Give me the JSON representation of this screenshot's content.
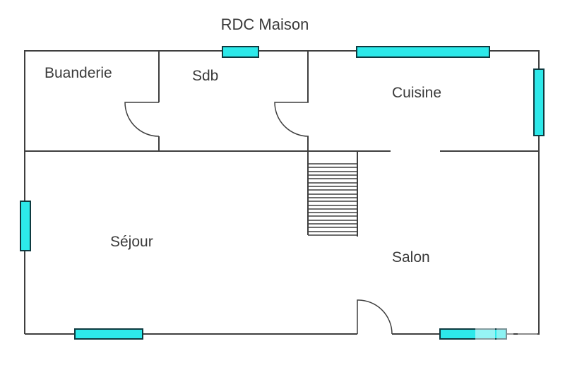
{
  "title": "RDC Maison",
  "rooms": [
    {
      "name": "Buanderie"
    },
    {
      "name": "Sdb"
    },
    {
      "name": "Cuisine"
    },
    {
      "name": "Séjour"
    },
    {
      "name": "Salon"
    }
  ],
  "elements": {
    "windows": 6,
    "doors": 3,
    "staircase": true
  },
  "colors": {
    "wall": "#3f3f3f",
    "window_fill": "#2de9ea",
    "window_border": "#0e3a40",
    "text_color": "#3a3a3a",
    "bg": "#ffffff"
  }
}
